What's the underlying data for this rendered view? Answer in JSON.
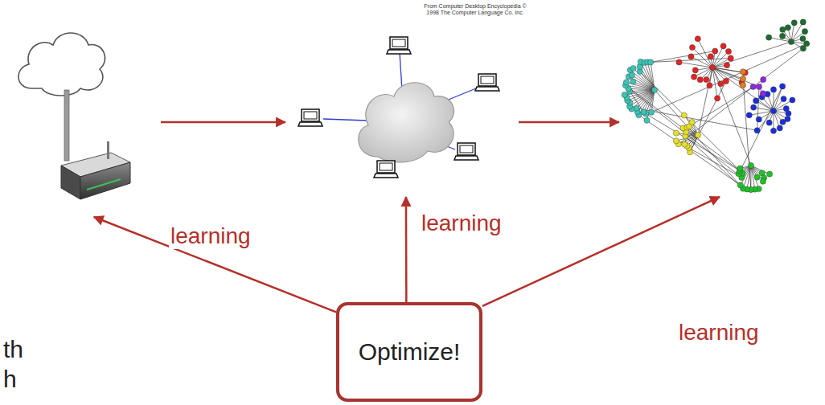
{
  "diagram": {
    "nodes": [
      {
        "text": []
      },
      {
        "text": [
          "From Computer Desktop Encyclopedia © 1998 The Computer Language Co. Inc."
        ]
      },
      {
        "text": []
      },
      {
        "text": [
          "Optimize!"
        ]
      }
    ],
    "edges": [
      {
        "from": 0,
        "to": 1,
        "arrow": "to"
      },
      {
        "from": 1,
        "to": 2,
        "arrow": "to"
      },
      {
        "from": 3,
        "to": 0,
        "label": "learning",
        "arrow": "to"
      },
      {
        "from": 3,
        "to": 1,
        "label": "learning",
        "arrow": "to"
      },
      {
        "from": 3,
        "to": 2,
        "label": "learning",
        "arrow": "to"
      }
    ],
    "labels": [
      "th",
      "h"
    ]
  }
}
